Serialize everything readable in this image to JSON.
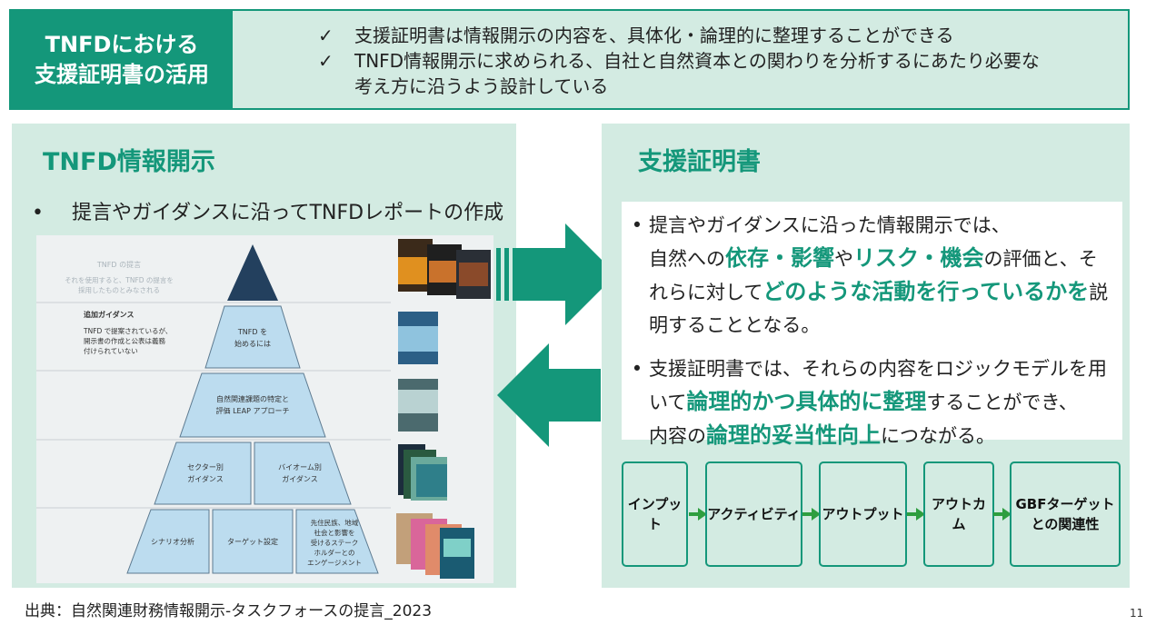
{
  "header": {
    "title_line1": "TNFDにおける",
    "title_line2": "支援証明書の活用",
    "check_mark": "✓",
    "points": [
      "支援証明書は情報開示の内容を、具体化・論理的に整理することができる",
      "TNFD情報開示に求められる、自社と自然資本との関わりを分析するにあたり必要な",
      "考え方に沿うよう設計している"
    ]
  },
  "left": {
    "title": "TNFD情報開示",
    "bullet_mark": "•",
    "bullet": "提言やガイダンスに沿ってTNFDレポートの作成",
    "figure": {
      "tier1_title": "TNFD の提言",
      "tier1_desc_line1": "それを使用すると、TNFD の提言を",
      "tier1_desc_line2": "採用したものとみなされる",
      "tier2_title": "追加ガイダンス",
      "tier2_desc_line1": "TNFD で提案されているが、",
      "tier2_desc_line2": "開示書の作成と公表は義務",
      "tier2_desc_line3": "付けられていない",
      "block_start_line1": "TNFD を",
      "block_start_line2": "始めるには",
      "block_leap_line1": "自然関連課題の特定と",
      "block_leap_line2": "評価 LEAP アプローチ",
      "block_sector_line1": "セクター別",
      "block_sector_line2": "ガイダンス",
      "block_biome_line1": "バイオーム別",
      "block_biome_line2": "ガイダンス",
      "block_scenario": "シナリオ分析",
      "block_target": "ターゲット設定",
      "block_engage_line1": "先住民族、地域",
      "block_engage_line2": "社会と影響を",
      "block_engage_line3": "受けるステーク",
      "block_engage_line4": "ホルダーとの",
      "block_engage_line5": "エンゲージメント"
    }
  },
  "right": {
    "title": "支援証明書",
    "bullet_mark": "•",
    "b1_l1": "提言やガイダンスに沿った情報開示では、",
    "b1_l2_a": "自然への",
    "b1_l2_h1": "依存",
    "b1_l2_b": "・",
    "b1_l2_h2": "影響",
    "b1_l2_c": "や",
    "b1_l2_h3": "リスク",
    "b1_l2_d": "・",
    "b1_l2_h4": "機会",
    "b1_l2_e": "の評価と、そ",
    "b1_l3_a": "れらに対して",
    "b1_l3_h": "どのような活動を行っているかを",
    "b1_l3_b": "説",
    "b1_l4": "明することとなる。",
    "b2_l1": "支援証明書では、それらの内容をロジックモデルを用",
    "b2_l2_a": "いて",
    "b2_l2_h": "論理的かつ具体的に整理",
    "b2_l2_b": "することができ、",
    "b2_l3_a": "内容の",
    "b2_l3_h": "論理的妥当性向上",
    "b2_l3_b": "につながる。",
    "flow": {
      "input": "インプット",
      "activity": "アクティビティ",
      "output": "アウトプット",
      "outcome": "アウトカム",
      "gbf_line1": "GBFターゲット",
      "gbf_line2": "との関連性"
    }
  },
  "footer": {
    "source": "出典：自然関連財務情報開示-タスクフォースの提言_2023",
    "page": "11"
  },
  "colors": {
    "accent": "#14977a",
    "panel_bg": "#d3ebe2",
    "pyramid_blue": "#bcdcef",
    "pyramid_top": "#23405e",
    "flow_arrow": "#2e9e3f"
  }
}
